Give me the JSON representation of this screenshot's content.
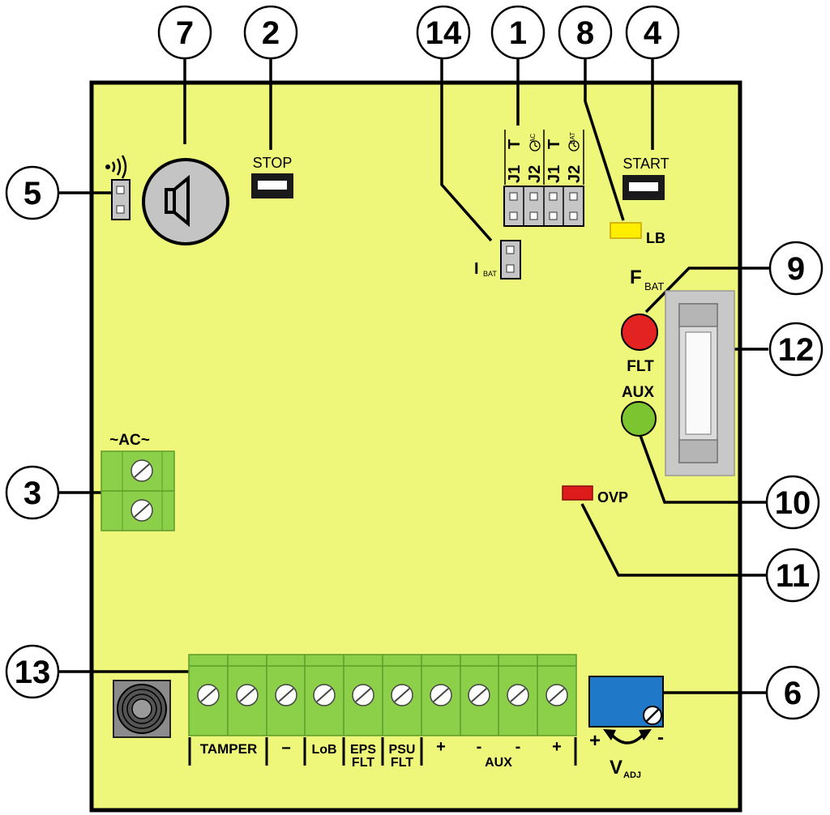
{
  "colors": {
    "board": "#eef77a",
    "terminal": "#8ccf48",
    "terminal_line": "#5e9c27",
    "jumper": "#c6c6c6",
    "led_flt": "#e32222",
    "led_aux": "#7cc430",
    "led_lb": "#ffee00",
    "led_ovp": "#dd1b1b",
    "pot": "#1f78c8",
    "fuse": "#c8c8c8",
    "buzzer": "#c4c4c4"
  },
  "callouts": [
    {
      "id": "c7",
      "num": "7"
    },
    {
      "id": "c2",
      "num": "2"
    },
    {
      "id": "c14",
      "num": "14"
    },
    {
      "id": "c1",
      "num": "1"
    },
    {
      "id": "c8",
      "num": "8"
    },
    {
      "id": "c4",
      "num": "4"
    },
    {
      "id": "c5",
      "num": "5"
    },
    {
      "id": "c9",
      "num": "9"
    },
    {
      "id": "c12",
      "num": "12"
    },
    {
      "id": "c3",
      "num": "3"
    },
    {
      "id": "c10",
      "num": "10"
    },
    {
      "id": "c11",
      "num": "11"
    },
    {
      "id": "c13",
      "num": "13"
    },
    {
      "id": "c6",
      "num": "6"
    }
  ],
  "labels": {
    "stop": "STOP",
    "start": "START",
    "lb": "LB",
    "ibat_main": "I",
    "ibat_sub": "BAT",
    "fbat_main": "F",
    "fbat_sub": "BAT",
    "flt": "FLT",
    "aux": "AUX",
    "ac": "~AC~",
    "ovp": "OVP",
    "vadj_main": "V",
    "vadj_sub": "ADJ",
    "vadj_plus": "+",
    "vadj_minus": "-",
    "jumper_headers": [
      "J1",
      "J2",
      "J1",
      "J2"
    ],
    "tac_main": "T",
    "tac_sub": "AC",
    "tbat_main": "T",
    "tbat_sub": "BAT"
  },
  "terminal_labels": {
    "tamper": "TAMPER",
    "minus": "−",
    "lob": "LoB",
    "eps_1": "EPS",
    "eps_2": "FLT",
    "psu_1": "PSU",
    "psu_2": "FLT",
    "aux_plus_1": "+",
    "aux_minus_1": "-",
    "aux": "AUX",
    "aux_minus_2": "-",
    "aux_plus_2": "+"
  }
}
